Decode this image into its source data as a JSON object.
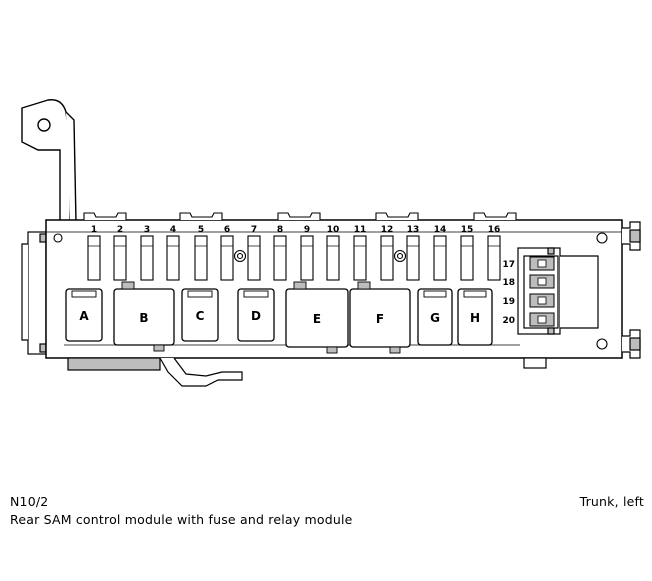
{
  "caption": {
    "code": "N10/2",
    "description": "Rear SAM control module with fuse and relay module",
    "location": "Trunk, left"
  },
  "fuses": [
    "1",
    "2",
    "3",
    "4",
    "5",
    "6",
    "7",
    "8",
    "9",
    "10",
    "11",
    "12",
    "13",
    "14",
    "15",
    "16"
  ],
  "connector_pins": [
    "17",
    "18",
    "19",
    "20"
  ],
  "relays": [
    "A",
    "B",
    "C",
    "D",
    "E",
    "F",
    "G",
    "H"
  ],
  "colors": {
    "line": "#000000",
    "shade": "#bdbdbd",
    "background": "#ffffff"
  }
}
